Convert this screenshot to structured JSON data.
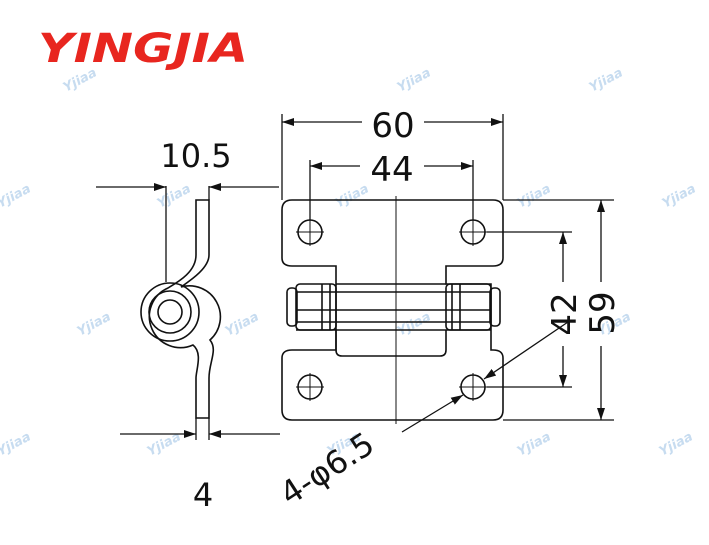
{
  "brand": {
    "name": "YINGJIA",
    "color": "#e8261f"
  },
  "watermark": {
    "text": "Yjiaa",
    "color": "#c7dcf0"
  },
  "drawing": {
    "line_color": "#111111",
    "dimensions": {
      "side_width": "10.5",
      "side_thickness": "4",
      "overall_width": "60",
      "hole_spacing_x": "44",
      "hole_spacing_y": "42",
      "overall_height": "59",
      "hole_spec": "4-φ6.5"
    }
  }
}
